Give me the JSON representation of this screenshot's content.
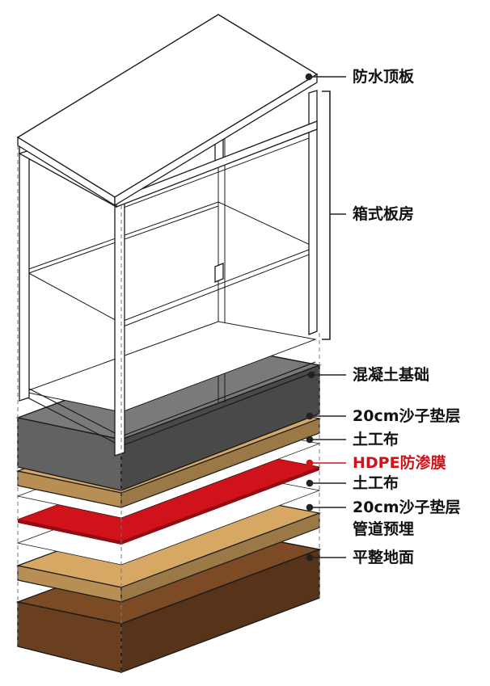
{
  "labels": {
    "roof": "防水顶板",
    "house": "箱式板房",
    "concrete": "混凝土基础",
    "sand_top": "20cm沙子垫层",
    "geotextile_top": "土工布",
    "hdpe": "HDPE防渗膜",
    "geotextile_bottom": "土工布",
    "sand_bottom": "20cm沙子垫层",
    "pipe": "管道预埋",
    "ground": "平整地面"
  },
  "colors": {
    "roof": "#ffffff",
    "concrete": "#7a7a7a",
    "sand": "#d7a863",
    "geotextile": "#ffffff",
    "hdpe": "#d0121b",
    "ground": "#7c4a24",
    "highlight_label": "#d0121b",
    "line": "#222222"
  }
}
